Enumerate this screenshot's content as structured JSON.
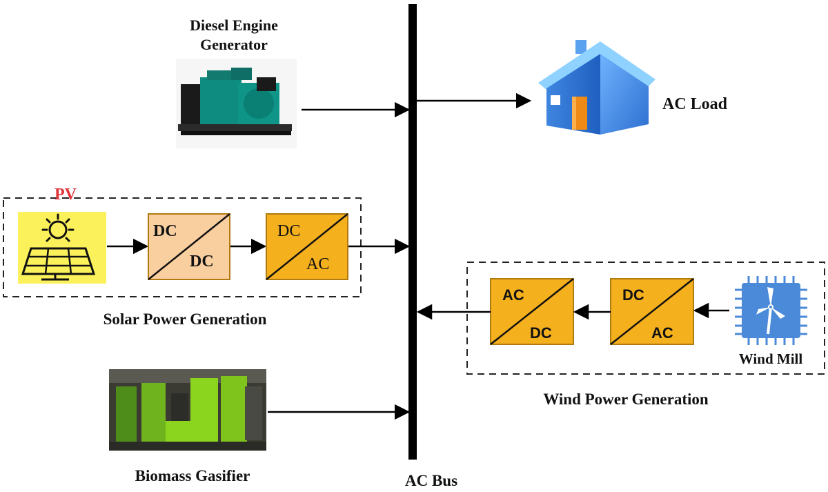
{
  "labels": {
    "diesel_title_line1": "Diesel Engine",
    "diesel_title_line2": "Generator",
    "ac_load": "AC Load",
    "pv": "PV",
    "solar_group": "Solar Power Generation",
    "biomass": "Biomass Gasifier",
    "ac_bus": "AC Bus",
    "wind_group": "Wind Power Generation",
    "wind_mill": "Wind Mill"
  },
  "converters": {
    "solar_dcdc": {
      "top": "DC",
      "bottom": "DC"
    },
    "solar_dcac": {
      "top": "DC",
      "bottom": "AC"
    },
    "wind_acdc": {
      "top": "AC",
      "bottom": "DC"
    },
    "wind_dcac": {
      "top": "DC",
      "bottom": "AC"
    }
  },
  "colors": {
    "bus": "#000000",
    "pv_label": "#e0353b",
    "pv_panel_bg": "#fbf15a",
    "dcdc_fill": "#f9cfa0",
    "converter_fill": "#f5b01e",
    "converter_border": "#b07a10",
    "house_roof": "#3a7fd9",
    "house_door": "#f08a16",
    "wind_icon": "#4a8ad8",
    "genset": "#0f8c80",
    "biomass_green": "#8cd51f"
  }
}
